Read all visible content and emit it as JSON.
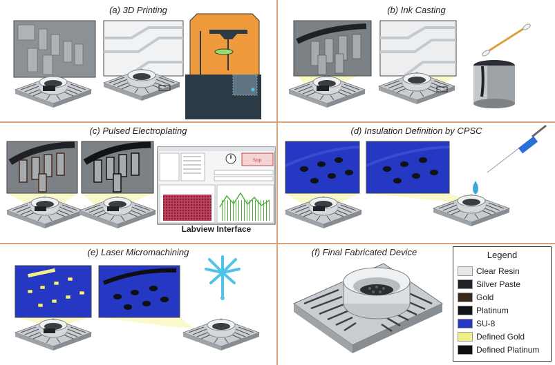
{
  "panels": {
    "a": {
      "title": "(a) 3D  Printing"
    },
    "b": {
      "title": "(b) Ink Casting"
    },
    "c": {
      "title": "(c) Pulsed Electroplating"
    },
    "d": {
      "title": "(d)  Insulation Definition by CPSC"
    },
    "e": {
      "title": "(e) Laser Micromachining"
    },
    "f": {
      "title": "(f) Final Fabricated Device"
    }
  },
  "labview": {
    "caption": "Labview Interface",
    "stop_label": "Stop"
  },
  "legend": {
    "title": "Legend",
    "items": [
      {
        "label": "Clear Resin",
        "color": "#e6e8ea"
      },
      {
        "label": "Silver Paste",
        "color": "#1f2328"
      },
      {
        "label": "Gold",
        "color": "#3a2a1c"
      },
      {
        "label": "Platinum",
        "color": "#111316"
      },
      {
        "label": "SU-8",
        "color": "#2438c4"
      },
      {
        "label": "Defined Gold",
        "color": "#f0f08a"
      },
      {
        "label": "Defined Platinum",
        "color": "#0d0f12"
      }
    ]
  },
  "colors": {
    "divider": "#d9a27f",
    "printer_orange": "#f09a3e",
    "printer_body": "#2c3a45",
    "su8_blue": "#2438c4",
    "highlight_yellow": "#f4f39a",
    "platform_green": "#9cdc6a",
    "trace_red": "#c0405a",
    "trace_green": "#4caf3a",
    "droplet": "#3fa7d8",
    "laser": "#4fc3e8"
  }
}
